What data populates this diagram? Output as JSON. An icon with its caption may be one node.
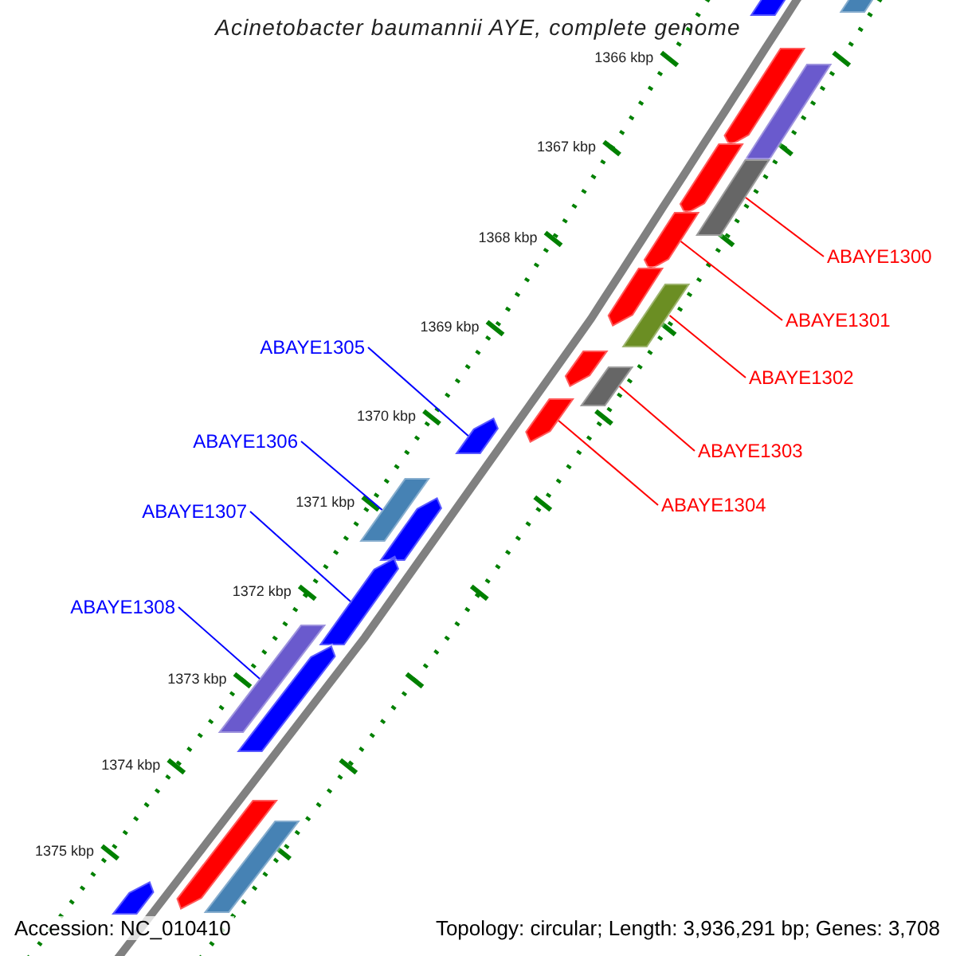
{
  "diagram": {
    "title": "Acinetobacter baumannii AYE, complete genome",
    "nodes": [
      {
        "text": [
          "ABAYE1300"
        ]
      },
      {
        "text": [
          "ABAYE1301"
        ]
      },
      {
        "text": [
          "ABAYE1302"
        ]
      },
      {
        "text": [
          "ABAYE1303"
        ]
      },
      {
        "text": [
          "ABAYE1304"
        ]
      },
      {
        "text": [
          "ABAYE1305"
        ]
      },
      {
        "text": [
          "ABAYE1306"
        ]
      },
      {
        "text": [
          "ABAYE1307"
        ]
      },
      {
        "text": [
          "ABAYE1308"
        ]
      },
      {
        "text": [],
        "shape": "bar"
      },
      {
        "text": [],
        "shape": "bar"
      },
      {
        "text": [],
        "shape": "arrow"
      },
      {
        "text": [],
        "shape": "bar"
      },
      {
        "text": [],
        "shape": "arrow"
      },
      {
        "text": [],
        "shape": "bar"
      },
      {
        "text": [],
        "shape": "arrow"
      },
      {
        "text": [],
        "shape": "arrow"
      },
      {
        "text": [],
        "shape": "bar"
      },
      {
        "text": [],
        "shape": "arrow"
      },
      {
        "text": [],
        "shape": "bar"
      },
      {
        "text": [],
        "shape": "arrow"
      },
      {
        "text": [],
        "shape": "arrow"
      },
      {
        "text": [],
        "shape": "bar"
      },
      {
        "text": [],
        "shape": "arrow"
      },
      {
        "text": [],
        "shape": "arrow"
      },
      {
        "text": [],
        "shape": "bar"
      },
      {
        "text": [],
        "shape": "arrow"
      },
      {
        "text": [],
        "shape": "arrow"
      },
      {
        "text": [],
        "shape": "bar"
      },
      {
        "text": [],
        "shape": "arrow"
      }
    ],
    "edges": [
      {
        "from": 0,
        "to": 14,
        "arrow": "none",
        "color": "#ff0000"
      },
      {
        "from": 1,
        "to": 15,
        "arrow": "none",
        "color": "#ff0000"
      },
      {
        "from": 2,
        "to": 17,
        "arrow": "none",
        "color": "#ff0000"
      },
      {
        "from": 3,
        "to": 19,
        "arrow": "none",
        "color": "#ff0000"
      },
      {
        "from": 4,
        "to": 20,
        "arrow": "none",
        "color": "#ff0000"
      },
      {
        "from": 5,
        "to": 21,
        "arrow": "none",
        "color": "#0000ff"
      },
      {
        "from": 6,
        "to": 22,
        "arrow": "none",
        "color": "#0000ff"
      },
      {
        "from": 7,
        "to": 24,
        "arrow": "none",
        "color": "#0000ff"
      },
      {
        "from": 8,
        "to": 25,
        "arrow": "none",
        "color": "#0000ff"
      }
    ],
    "labels": [
      "1366 kbp",
      "1367 kbp",
      "1368 kbp",
      "1369 kbp",
      "1370 kbp",
      "1371 kbp",
      "1372 kbp",
      "1373 kbp",
      "1374 kbp",
      "1375 kbp",
      "Accession: NC_010410",
      "Topology: circular; Length: 3,936,291 bp; Genes: 3,708"
    ]
  }
}
